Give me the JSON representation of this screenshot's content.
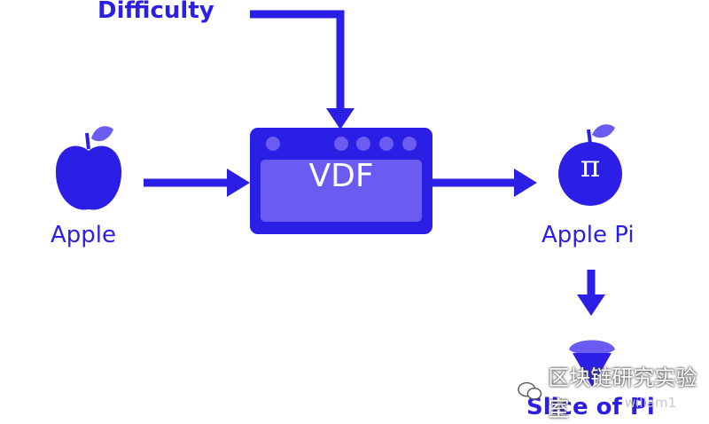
{
  "labels": {
    "difficulty": "Difficulty",
    "apple": "Apple",
    "vdf": "VDF",
    "apple_pi": "Apple Pi",
    "pi_symbol": "π",
    "slice_of_pi": "Slice of Pi"
  },
  "watermark": {
    "text": "区块链研究实验室",
    "handle": "willam1"
  },
  "colors": {
    "primary": "#2b1fe6",
    "vdf_inner": "#6a5cf0",
    "slice_light": "#6a5cf0",
    "background": "#ffffff"
  },
  "icons": {
    "apple": "apple-icon",
    "apple_pi": "apple-pi-icon",
    "vdf_box": "machine-icon",
    "slice": "pie-slice-icon",
    "watermark": "wechat-icon"
  }
}
